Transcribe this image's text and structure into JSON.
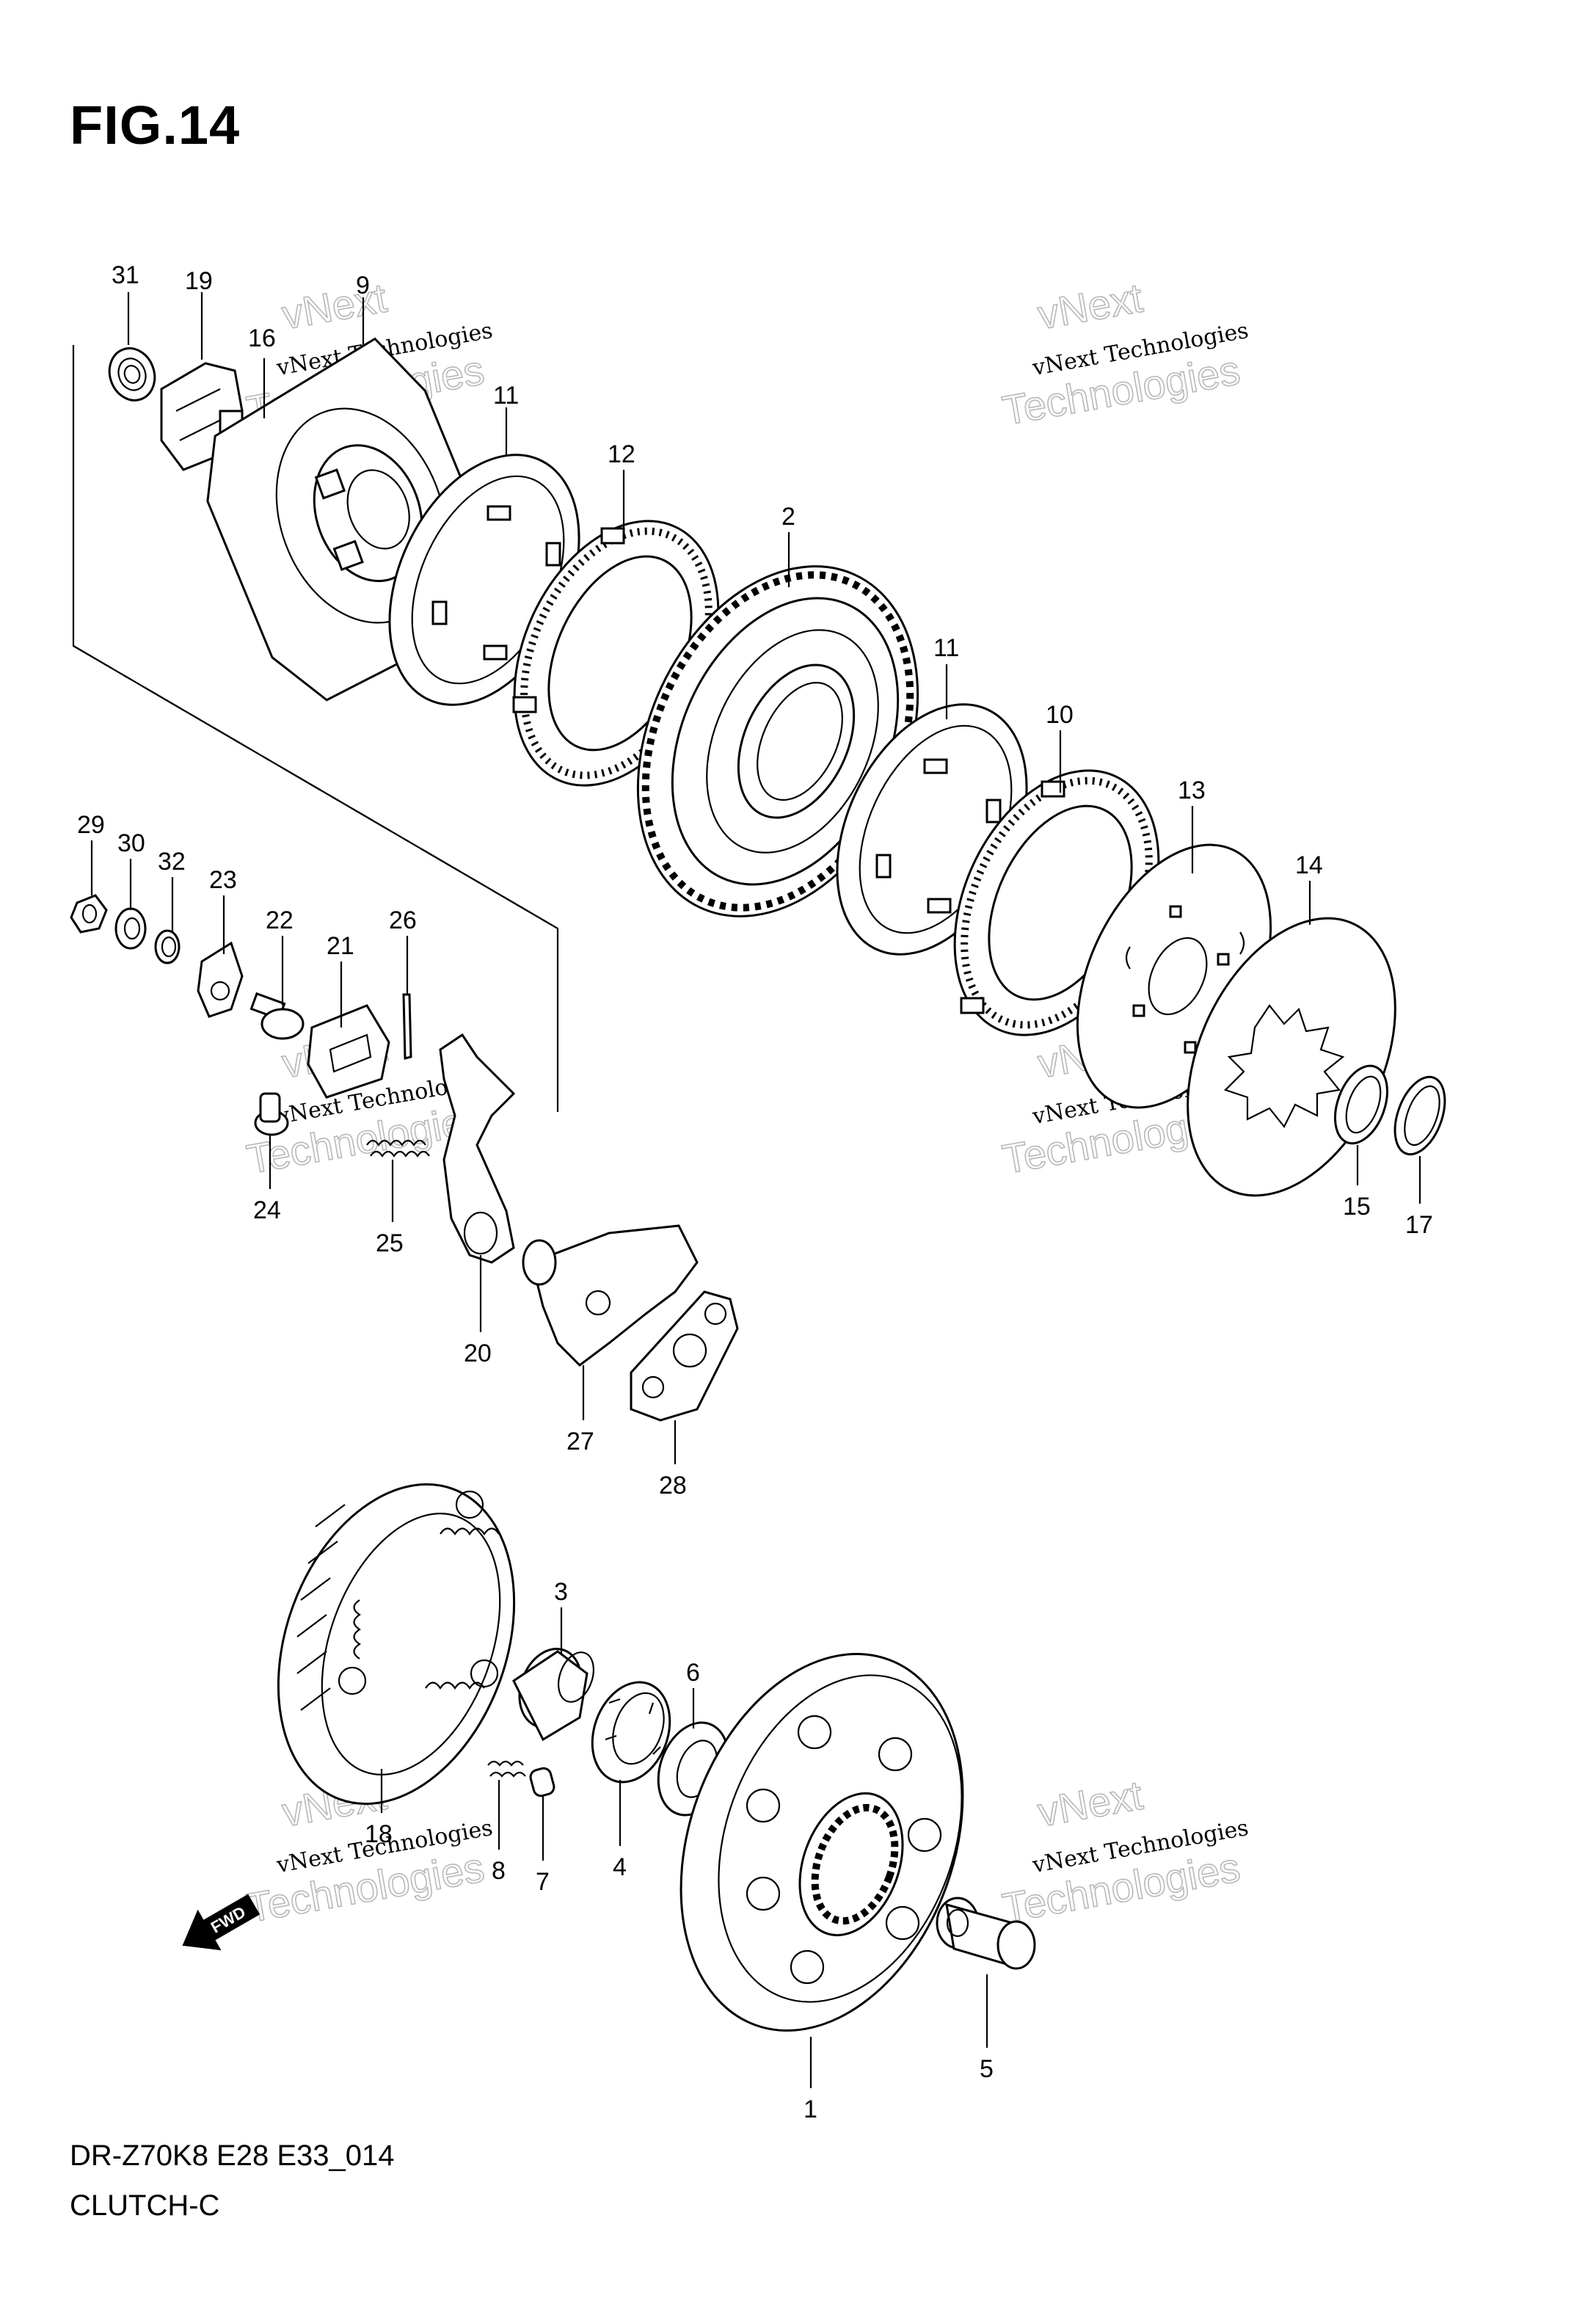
{
  "figure": {
    "title": "FIG.14",
    "code": "DR-Z70K8 E28 E33_014",
    "name": "CLUTCH-C"
  },
  "watermark": {
    "line1": "vNext Technologies",
    "line2": "Technologies",
    "line3": "vNext"
  },
  "direction_arrow": {
    "label": "FWD"
  },
  "callouts": [
    {
      "id": "31",
      "label": "31"
    },
    {
      "id": "19",
      "label": "19"
    },
    {
      "id": "9",
      "label": "9"
    },
    {
      "id": "16",
      "label": "16"
    },
    {
      "id": "11a",
      "label": "11"
    },
    {
      "id": "12",
      "label": "12"
    },
    {
      "id": "2",
      "label": "2"
    },
    {
      "id": "11b",
      "label": "11"
    },
    {
      "id": "10",
      "label": "10"
    },
    {
      "id": "13",
      "label": "13"
    },
    {
      "id": "14",
      "label": "14"
    },
    {
      "id": "15",
      "label": "15"
    },
    {
      "id": "17",
      "label": "17"
    },
    {
      "id": "29",
      "label": "29"
    },
    {
      "id": "30",
      "label": "30"
    },
    {
      "id": "32",
      "label": "32"
    },
    {
      "id": "23",
      "label": "23"
    },
    {
      "id": "22",
      "label": "22"
    },
    {
      "id": "21",
      "label": "21"
    },
    {
      "id": "26",
      "label": "26"
    },
    {
      "id": "24",
      "label": "24"
    },
    {
      "id": "25",
      "label": "25"
    },
    {
      "id": "20",
      "label": "20"
    },
    {
      "id": "27",
      "label": "27"
    },
    {
      "id": "28",
      "label": "28"
    },
    {
      "id": "3",
      "label": "3"
    },
    {
      "id": "6",
      "label": "6"
    },
    {
      "id": "18",
      "label": "18"
    },
    {
      "id": "8",
      "label": "8"
    },
    {
      "id": "7",
      "label": "7"
    },
    {
      "id": "4",
      "label": "4"
    },
    {
      "id": "1",
      "label": "1"
    },
    {
      "id": "5",
      "label": "5"
    }
  ]
}
